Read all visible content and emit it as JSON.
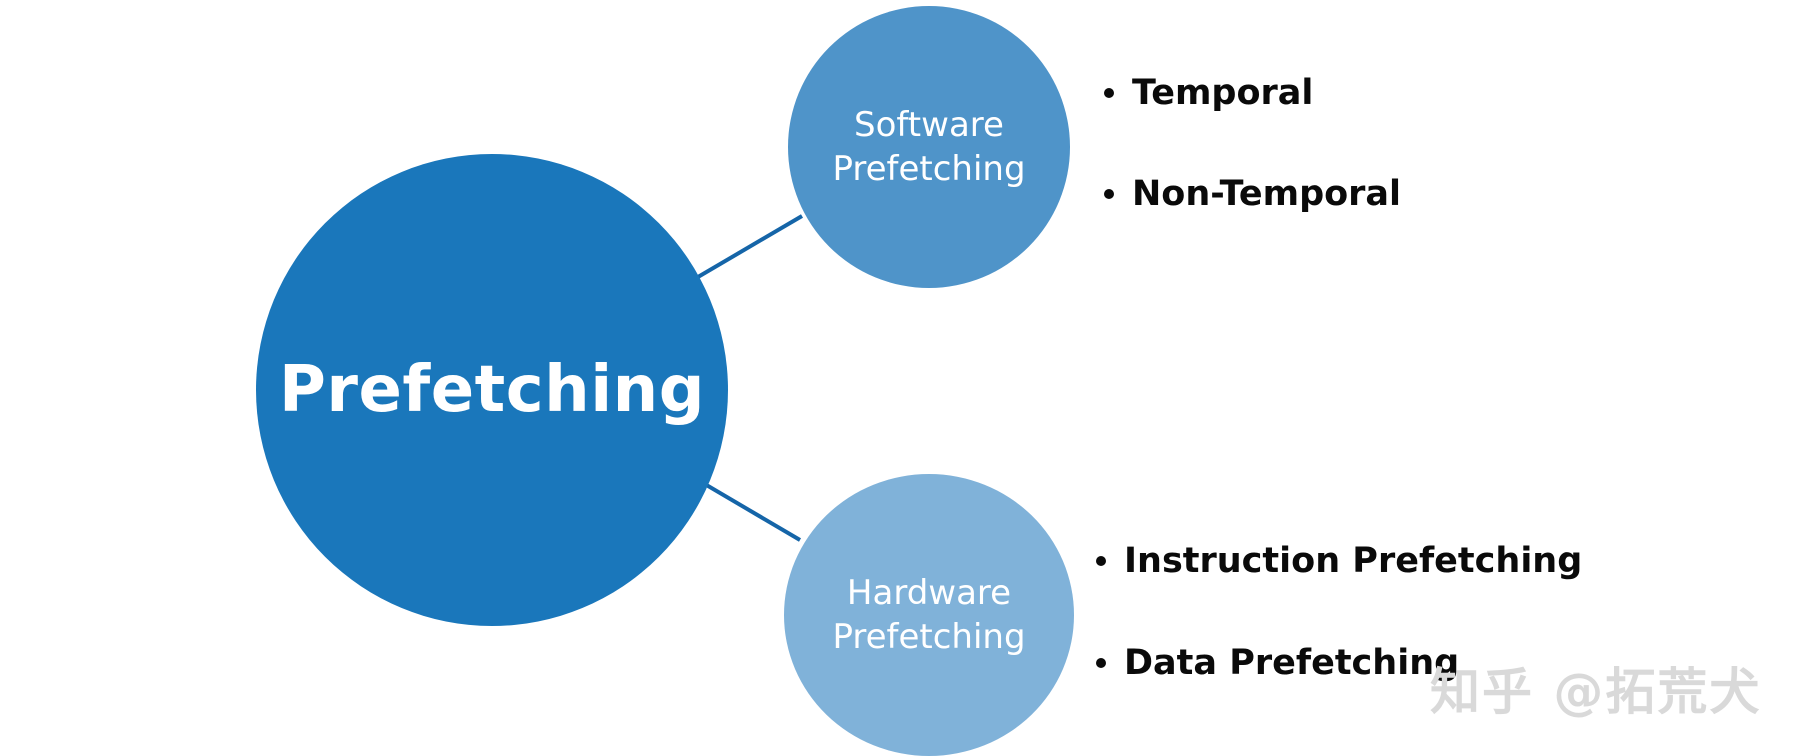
{
  "diagram": {
    "root": {
      "label": "Prefetching",
      "color": "#1a77bb"
    },
    "branches": [
      {
        "label_line1": "Software",
        "label_line2": "Prefetching",
        "color": "#4f94c9",
        "items": [
          "Temporal",
          "Non-Temporal"
        ]
      },
      {
        "label_line1": "Hardware",
        "label_line2": "Prefetching",
        "color": "#80b2d9",
        "items": [
          "Instruction Prefetching",
          "Data Prefetching"
        ]
      }
    ],
    "connector_color": "#1565a8"
  },
  "watermark": {
    "text": "知乎 @拓荒犬"
  }
}
